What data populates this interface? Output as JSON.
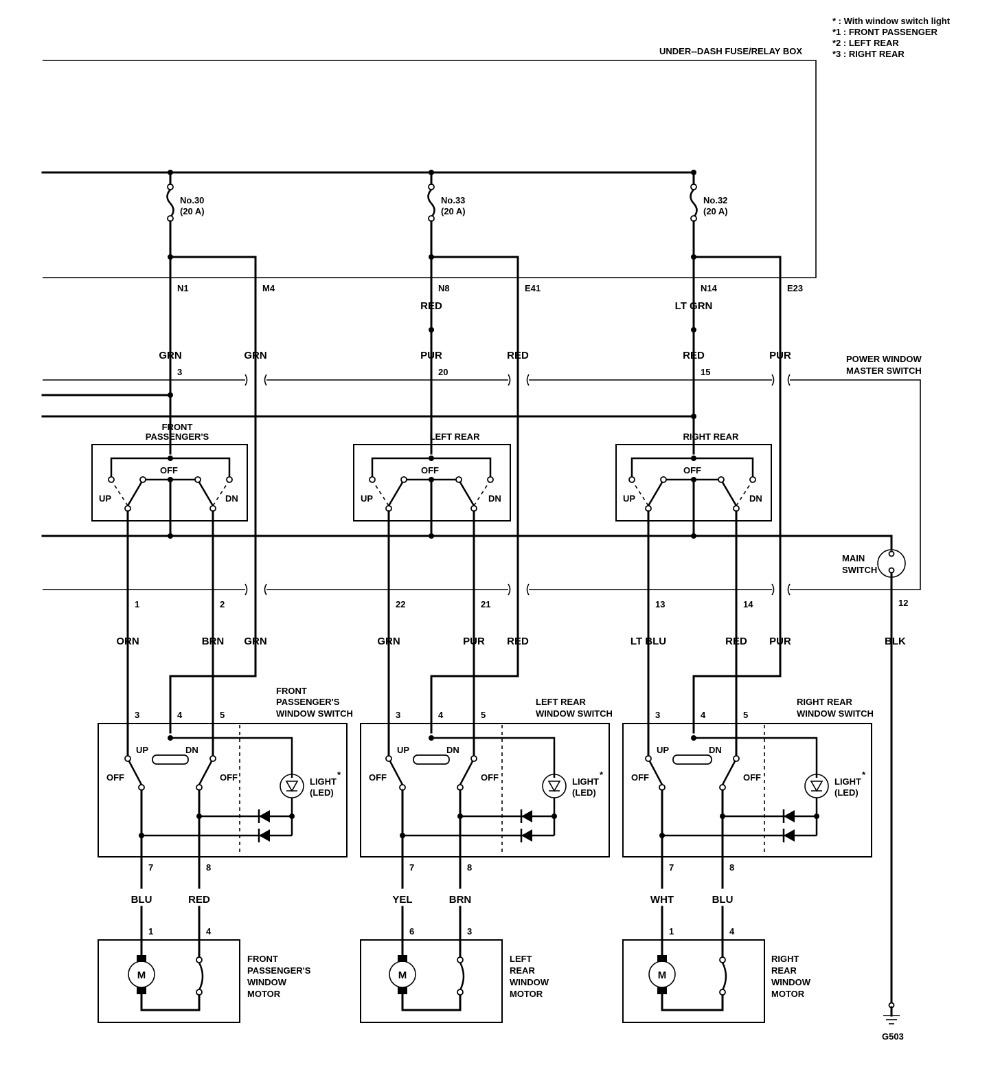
{
  "notes": [
    "* : With window switch light",
    "*1 : FRONT PASSENGER",
    "*2 : LEFT REAR",
    "*3 : RIGHT REAR"
  ],
  "fuse_box_label": "UNDER--DASH FUSE/RELAY BOX",
  "master_switch_label": [
    "POWER WINDOW",
    "MASTER SWITCH"
  ],
  "main_switch_label": [
    "MAIN",
    "SWITCH"
  ],
  "ground": {
    "wire": "BLK",
    "pin": "12",
    "label": "G503"
  },
  "switch_state_labels": {
    "up": "UP",
    "dn": "DN",
    "off": "OFF",
    "light": "LIGHT",
    "led": "(LED)",
    "star": "*",
    "motor": "M"
  },
  "circuits": [
    {
      "fuse": [
        "No.30",
        "(20 A)"
      ],
      "terminal_a": "N1",
      "terminal_b": "M4",
      "wire_a_upper": "",
      "wire_a": "GRN",
      "wire_b": "GRN",
      "pin_a": "3",
      "master_section": [
        "FRONT",
        "PASSENGER'S"
      ],
      "pins_out": [
        "1",
        "2"
      ],
      "wires_out": [
        "ORN",
        "BRN",
        "GRN"
      ],
      "switch_name": [
        "FRONT",
        "PASSENGER'S",
        "WINDOW SWITCH"
      ],
      "switch_pins": [
        "3",
        "4",
        "5"
      ],
      "switch_out_pins": [
        "7",
        "8"
      ],
      "motor_wires": [
        "BLU",
        "RED"
      ],
      "motor_pins": [
        "1",
        "4"
      ],
      "motor_name": [
        "FRONT",
        "PASSENGER'S",
        "WINDOW",
        "MOTOR"
      ]
    },
    {
      "fuse": [
        "No.33",
        "(20 A)"
      ],
      "terminal_a": "N8",
      "terminal_b": "E41",
      "wire_a_upper": "RED",
      "wire_a": "PUR",
      "wire_b": "RED",
      "pin_a": "20",
      "master_section": [
        "",
        "LEFT REAR"
      ],
      "pins_out": [
        "22",
        "21"
      ],
      "wires_out": [
        "GRN",
        "PUR",
        "RED"
      ],
      "switch_name": [
        "",
        "LEFT REAR",
        "WINDOW SWITCH"
      ],
      "switch_pins": [
        "3",
        "4",
        "5"
      ],
      "switch_out_pins": [
        "7",
        "8"
      ],
      "motor_wires": [
        "YEL",
        "BRN"
      ],
      "motor_pins": [
        "6",
        "3"
      ],
      "motor_name": [
        "LEFT",
        "REAR",
        "WINDOW",
        "MOTOR"
      ]
    },
    {
      "fuse": [
        "No.32",
        "(20 A)"
      ],
      "terminal_a": "N14",
      "terminal_b": "E23",
      "wire_a_upper": "LT GRN",
      "wire_a": "RED",
      "wire_b": "PUR",
      "pin_a": "15",
      "master_section": [
        "",
        "RIGHT REAR"
      ],
      "pins_out": [
        "13",
        "14"
      ],
      "wires_out": [
        "LT BLU",
        "RED",
        "PUR"
      ],
      "switch_name": [
        "",
        "RIGHT REAR",
        "WINDOW SWITCH"
      ],
      "switch_pins": [
        "3",
        "4",
        "5"
      ],
      "switch_out_pins": [
        "7",
        "8"
      ],
      "motor_wires": [
        "WHT",
        "BLU"
      ],
      "motor_pins": [
        "1",
        "4"
      ],
      "motor_name": [
        "RIGHT",
        "REAR",
        "WINDOW",
        "MOTOR"
      ]
    }
  ]
}
